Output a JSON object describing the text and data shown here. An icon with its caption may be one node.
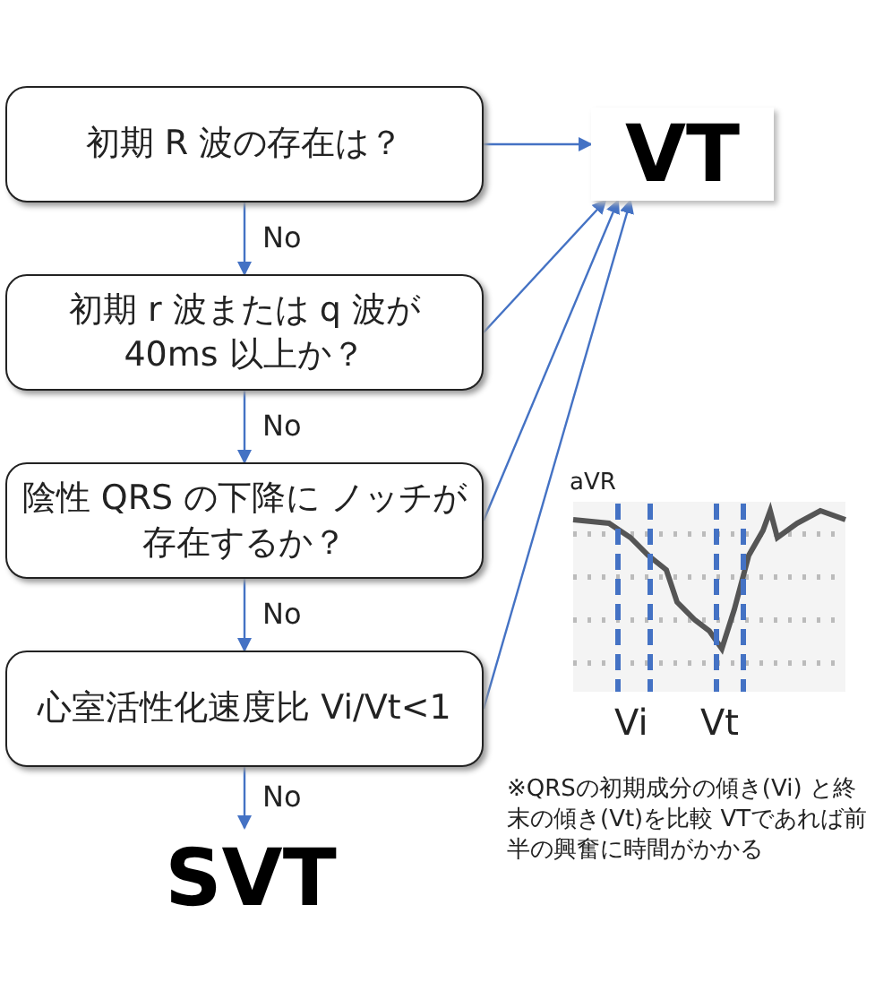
{
  "diagram": {
    "nodes": [
      {
        "text": [
          "初期 R 波の存在は？"
        ]
      },
      {
        "text": [
          "初期 r 波または q 波が 40ms 以上か？"
        ]
      },
      {
        "text": [
          "陰性 QRS の下降に ノッチが存在するか？"
        ]
      },
      {
        "text": [
          "心室活性化速度比 Vi/Vt<1"
        ]
      },
      {
        "text": [
          "VT"
        ]
      },
      {
        "text": [
          "SVT"
        ]
      }
    ],
    "edges": [
      {
        "from": 0,
        "to": 1,
        "arrow": "to",
        "label": "No"
      },
      {
        "from": 1,
        "to": 2,
        "arrow": "to",
        "label": "No"
      },
      {
        "from": 2,
        "to": 3,
        "arrow": "to",
        "label": "No"
      },
      {
        "from": 3,
        "to": 5,
        "arrow": "to",
        "label": "No"
      },
      {
        "from": 0,
        "to": 4,
        "arrow": "to"
      },
      {
        "from": 1,
        "to": 4,
        "arrow": "to"
      },
      {
        "from": 2,
        "to": 4,
        "arrow": "to"
      },
      {
        "from": 3,
        "to": 4,
        "arrow": "to"
      }
    ],
    "labels": [
      "aVR",
      "Vi",
      "Vt",
      "※QRSの初期成分の傾き(Vi) と終末の傾き(Vt)を比較 VTであれば前半の興奮に時間がかかる"
    ]
  }
}
